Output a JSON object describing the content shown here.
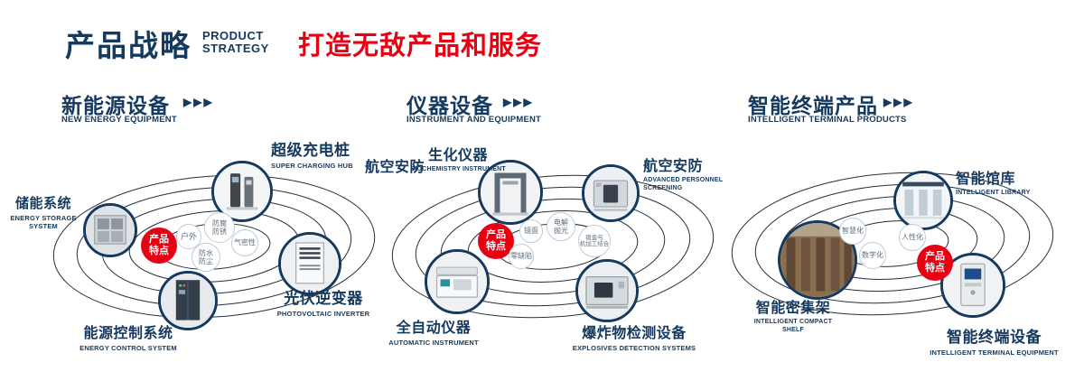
{
  "colors": {
    "navy": "#16395e",
    "red": "#e60012",
    "ring": "#26303a"
  },
  "icons": {
    "chevrons": "▶▶▶"
  },
  "badge_label": "产品\n特点",
  "header": {
    "title_zh": "产品战略",
    "title_en": "PRODUCT\nSTRATEGY",
    "slogan": "打造无敌产品和服务"
  },
  "sections": {
    "energy": {
      "title_zh": "新能源设备",
      "title_en": "NEW ENERGY EQUIPMENT",
      "features": {
        "outdoor": "户外",
        "rustproof": "防腐\n防锈",
        "airtight": "气密性",
        "dustproof": "防水\n防尘"
      },
      "products": {
        "charging_hub": {
          "zh": "超级充电桩",
          "en": "SUPER CHARGING HUB"
        },
        "storage": {
          "zh": "储能系统",
          "en": "ENERGY STORAGE\nSYSTEM"
        },
        "inverter": {
          "zh": "光伏逆变器",
          "en": "PHOTOVOLTAIC INVERTER"
        },
        "control": {
          "zh": "能源控制系统",
          "en": "ENERGY CONTROL SYSTEM"
        }
      }
    },
    "instrument": {
      "title_zh": "仪器设备",
      "title_en": "INSTRUMENT AND EQUIPMENT",
      "features": {
        "mirror": "镜面",
        "electropolish": "电解\n抛光",
        "sheetmetal": "钣金与\n机加工结合",
        "zerodefect": "零缺陷"
      },
      "products": {
        "aviation_security": {
          "zh": "航空安防"
        },
        "biochemistry": {
          "zh": "生化仪器",
          "en": "BIOCHEMISTRY INSTRUMENT"
        },
        "personnel_screening": {
          "zh": "航空安防",
          "en": "ADVANCED PERSONNEL\nSCREENING"
        },
        "automatic": {
          "zh": "全自动仪器",
          "en": "AUTOMATIC INSTRUMENT"
        },
        "explosives": {
          "zh": "爆炸物检测设备",
          "en": "EXPLOSIVES DETECTION SYSTEMS"
        }
      }
    },
    "terminal": {
      "title_zh": "智能终端产品",
      "title_en": "INTELLIGENT TERMINAL PRODUCTS",
      "features": {
        "smart": "智慧化",
        "humanized": "人性化",
        "digital": "数字化"
      },
      "products": {
        "library": {
          "zh": "智能馆库",
          "en": "INTELLIGENT LIBRARY"
        },
        "compact_shelf": {
          "zh": "智能密集架",
          "en": "INTELLIGENT COMPACT\nSHELF"
        },
        "terminal_equipment": {
          "zh": "智能终端设备",
          "en": "INTELLIGENT TERMINAL EQUIPMENT"
        }
      }
    }
  }
}
